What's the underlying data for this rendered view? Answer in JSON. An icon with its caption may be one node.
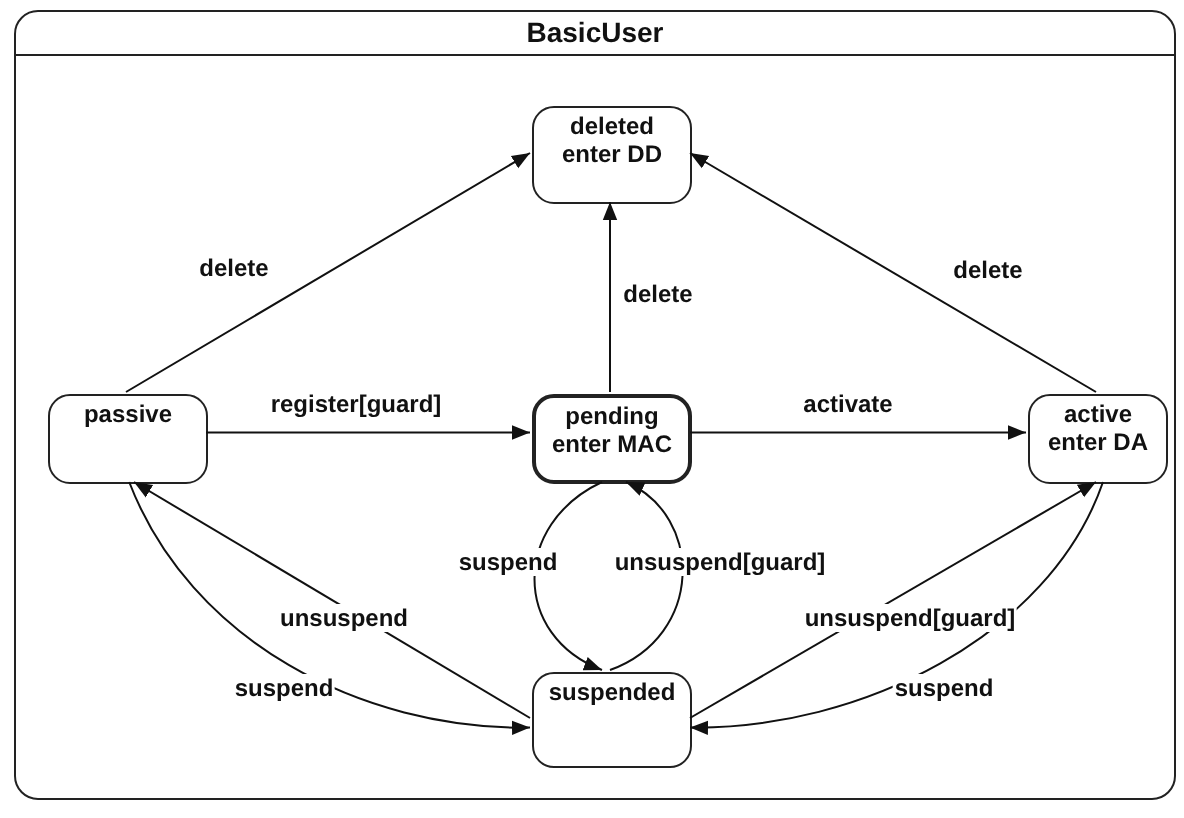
{
  "diagram": {
    "nodes": [
      {
        "text": [
          "BasicUser"
        ]
      },
      {
        "text": [
          "deleted",
          "enter DD"
        ],
        "in": 0
      },
      {
        "text": [
          "passive"
        ],
        "in": 0
      },
      {
        "text": [
          "pending",
          "enter MAC"
        ],
        "in": 0
      },
      {
        "text": [
          "active",
          "enter DA"
        ],
        "in": 0
      },
      {
        "text": [
          "suspended"
        ],
        "in": 0
      }
    ],
    "edges": [
      {
        "from": 2,
        "to": 1,
        "arrow": "to",
        "label": "delete"
      },
      {
        "from": 3,
        "to": 1,
        "arrow": "to",
        "label": "delete"
      },
      {
        "from": 4,
        "to": 1,
        "arrow": "to",
        "label": "delete"
      },
      {
        "from": 2,
        "to": 3,
        "arrow": "to",
        "label": "register[guard]"
      },
      {
        "from": 3,
        "to": 4,
        "arrow": "to",
        "label": "activate"
      },
      {
        "from": 3,
        "to": 5,
        "arrow": "to",
        "label": "suspend"
      },
      {
        "from": 5,
        "to": 3,
        "arrow": "to",
        "label": "unsuspend[guard]"
      },
      {
        "from": 5,
        "to": 2,
        "arrow": "to",
        "label": "unsuspend"
      },
      {
        "from": 2,
        "to": 5,
        "arrow": "to",
        "label": "suspend"
      },
      {
        "from": 5,
        "to": 4,
        "arrow": "to",
        "label": "unsuspend[guard]"
      },
      {
        "from": 4,
        "to": 5,
        "arrow": "to",
        "label": "suspend"
      }
    ]
  }
}
